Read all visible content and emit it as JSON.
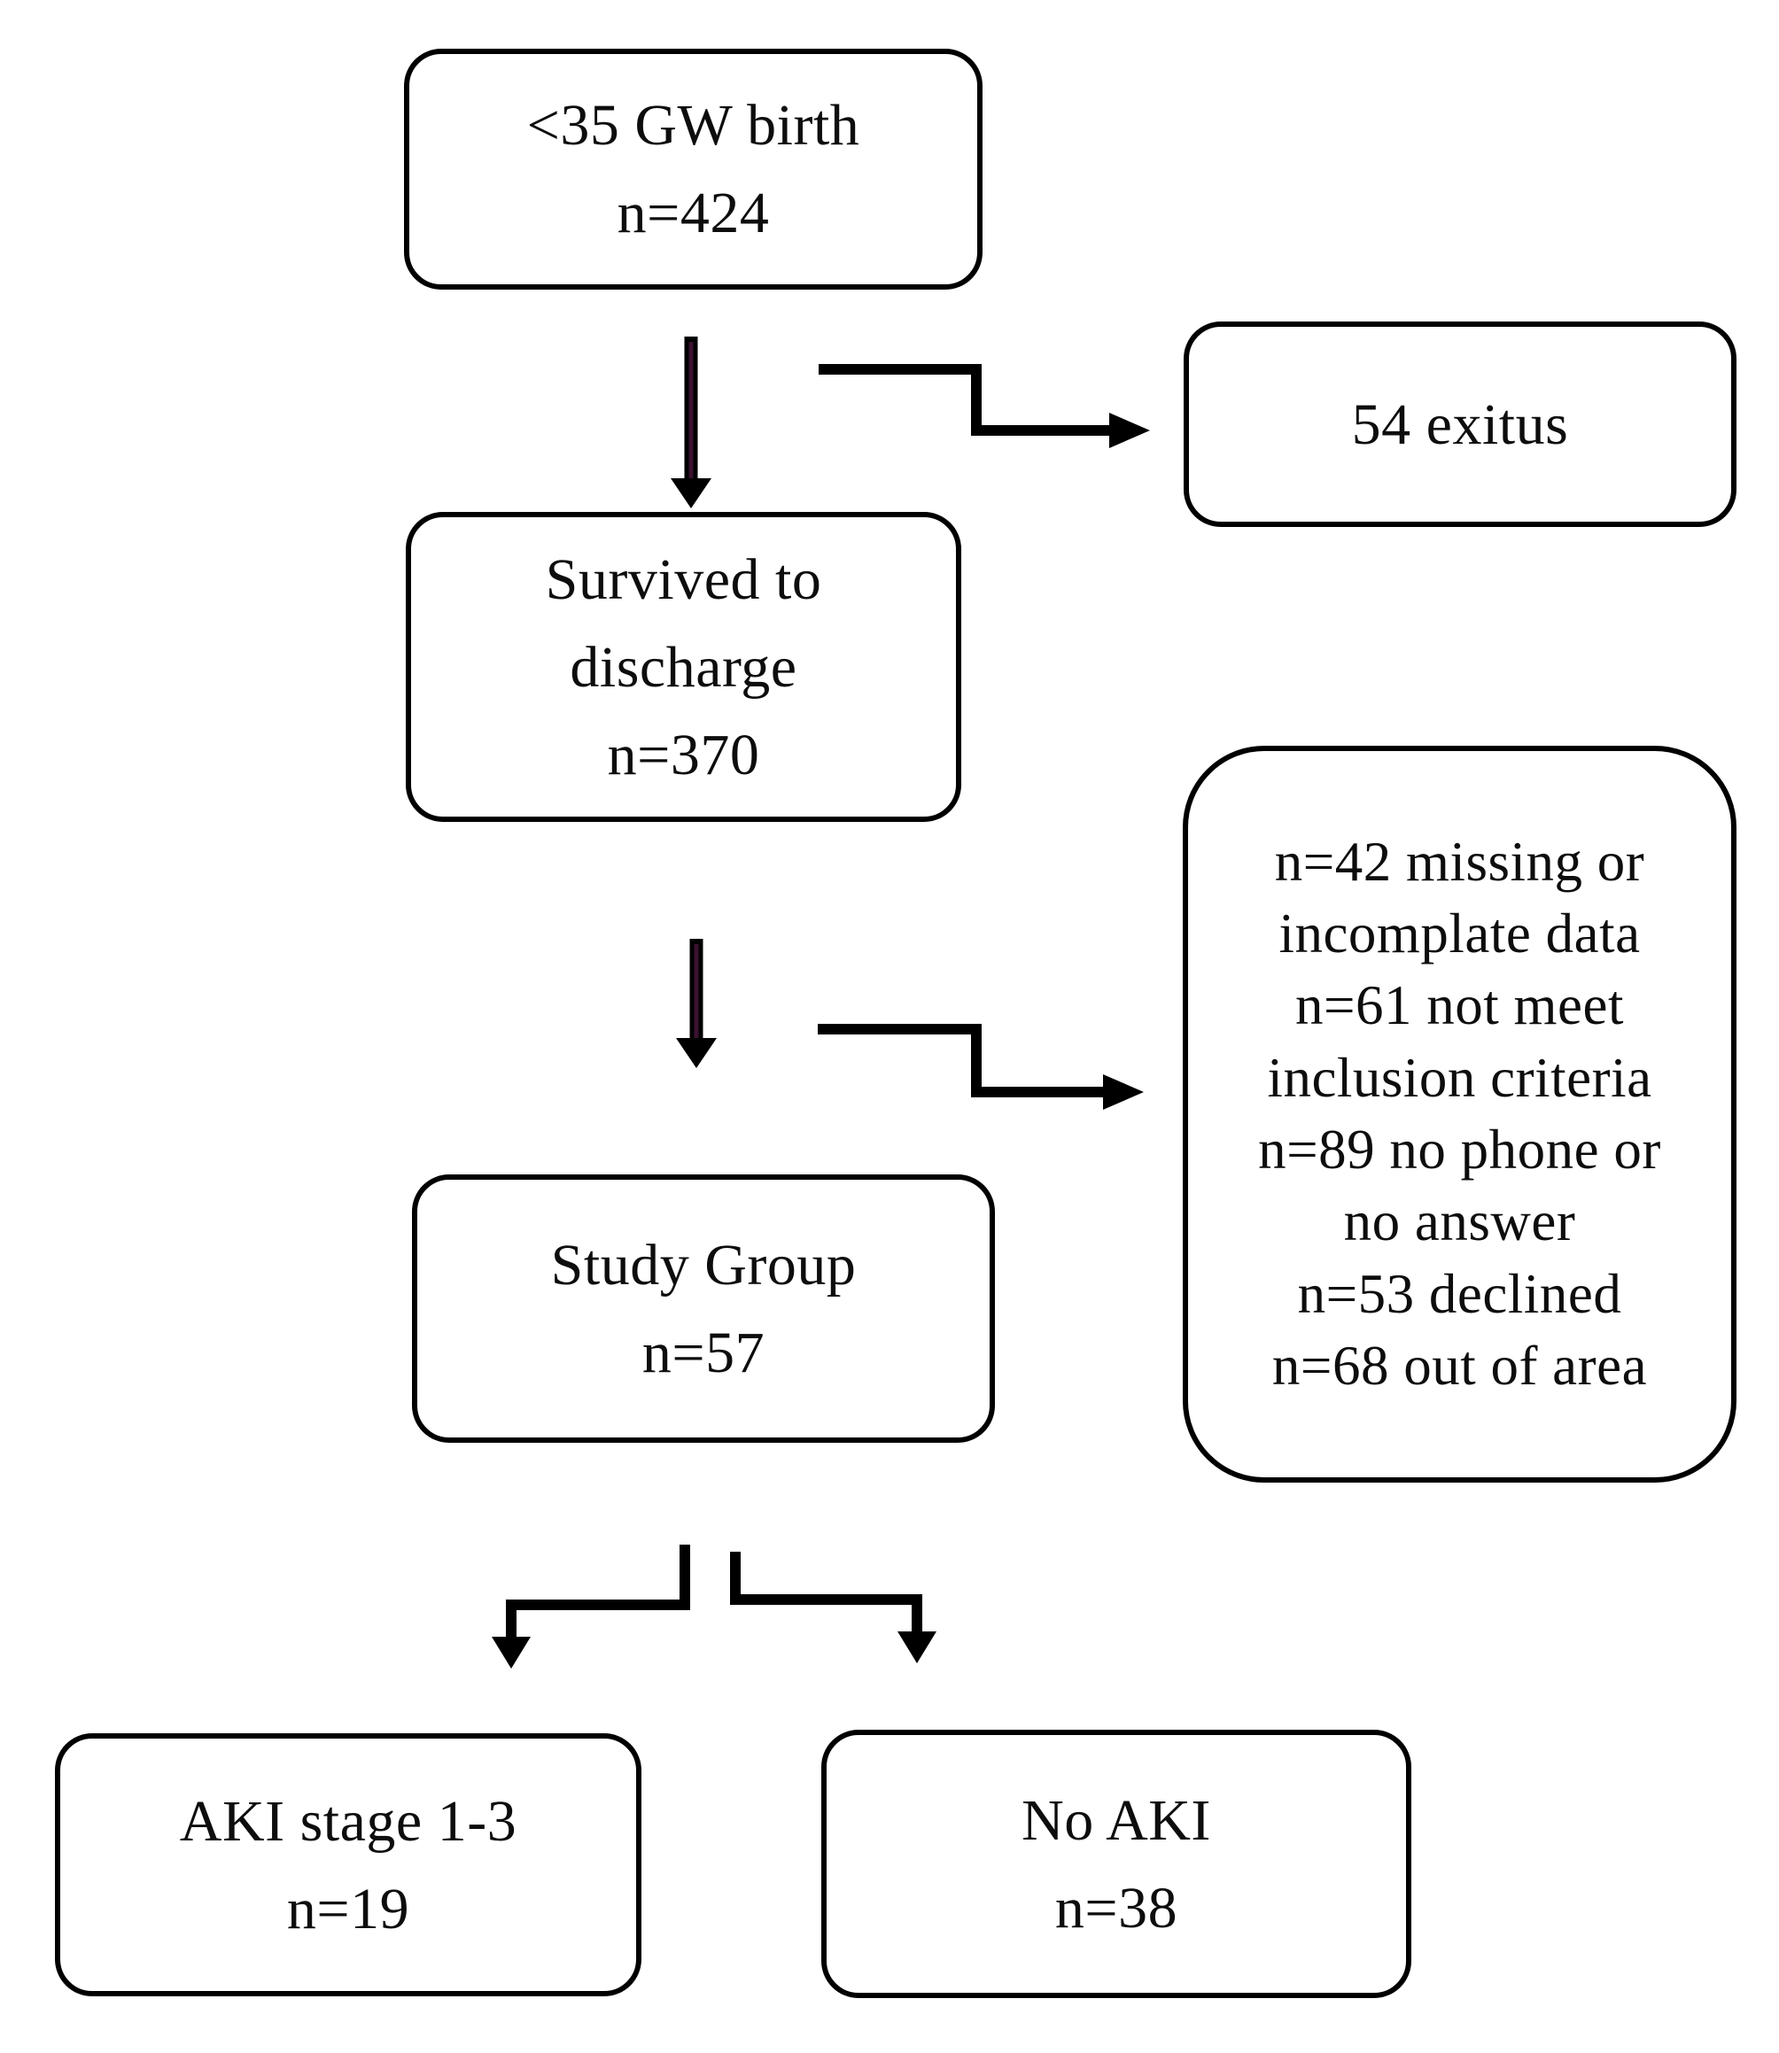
{
  "colors": {
    "line": "#000000",
    "arrow_core": "#3a1230",
    "background": "#ffffff",
    "text": "#0d0d0d"
  },
  "boxes": {
    "birth": {
      "lines": [
        "<35 GW birth",
        "n=424"
      ]
    },
    "exitus": {
      "lines": [
        "54 exitus"
      ]
    },
    "survived": {
      "lines": [
        "Survived to",
        "discharge",
        "n=370"
      ]
    },
    "exclusions": {
      "lines": [
        "n=42 missing or",
        "incomplate data",
        "n=61 not meet",
        "inclusion criteria",
        "n=89 no phone or",
        "no answer",
        "n=53 declined",
        "n=68 out of area"
      ]
    },
    "study": {
      "lines": [
        "Study Group",
        "n=57"
      ]
    },
    "aki": {
      "lines": [
        "AKI stage 1-3",
        "n=19"
      ]
    },
    "no_aki": {
      "lines": [
        "No AKI",
        "n=38"
      ]
    }
  }
}
